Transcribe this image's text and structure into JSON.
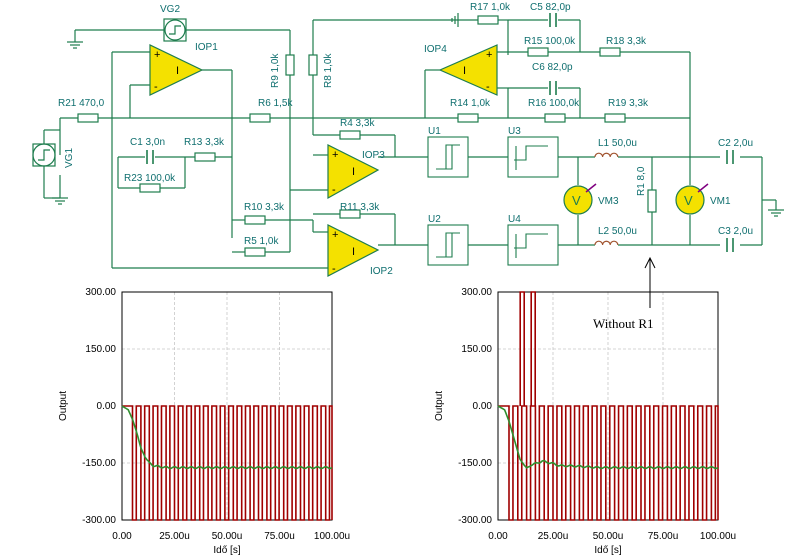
{
  "colors": {
    "wire": "#1e7d4e",
    "label": "#0f6f6f",
    "opamp": "#f4e100",
    "trace_red": "#a00000",
    "trace_green": "#2f8f2f",
    "grid": "#c8c8c8"
  },
  "components": {
    "vg2": "VG2",
    "iop1": "IOP1",
    "r9": "R9 1,0k",
    "r8": "R8 1,0k",
    "r17": "R17 1,0k",
    "c5": "C5 82,0p",
    "iop4": "IOP4",
    "r15": "R15 100,0k",
    "r18": "R18 3,3k",
    "c6": "C6 82,0p",
    "r21": "R21 470,0",
    "r6": "R6 1,5k",
    "r14": "R14 1,0k",
    "r16": "R16 100,0k",
    "r19": "R19 3,3k",
    "vg1": "VG1",
    "c1": "C1 3,0n",
    "r13": "R13 3,3k",
    "r4": "R4 3,3k",
    "u1": "U1",
    "u3": "U3",
    "l1": "L1 50,0u",
    "c2": "C2 2,0u",
    "r23": "R23 100,0k",
    "iop3": "IOP3",
    "r1": "R1 8,0",
    "vm3": "VM3",
    "vm1": "VM1",
    "r10": "R10 3,3k",
    "r11": "R11 3,3k",
    "r5": "R5 1,0k",
    "u2": "U2",
    "u4": "U4",
    "l2": "L2 50,0u",
    "c3": "C3 2,0u",
    "iop2": "IOP2"
  },
  "annotation": "Without R1",
  "chart_data": [
    {
      "type": "line",
      "ylabel": "Output",
      "xlabel": "Idő [s]",
      "xlim": [
        0,
        100
      ],
      "ylim": [
        -300,
        300
      ],
      "x_ticks": [
        "0.00",
        "25.00u",
        "50.00u",
        "75.00u",
        "100.00u"
      ],
      "y_ticks": [
        "300.00",
        "150.00",
        "0.00",
        "-150.00",
        "-300.00"
      ],
      "grid": true,
      "series": [
        {
          "color": "#a00000",
          "pulse": {
            "period": 4.0,
            "duty": 0.55,
            "high": 0,
            "low": -300,
            "start": 5,
            "end": 100
          }
        },
        {
          "color": "#2f8f2f",
          "x": [
            0,
            3,
            5,
            7,
            9,
            11,
            13,
            15,
            18,
            22,
            30,
            40,
            50,
            60,
            70,
            80,
            90,
            100
          ],
          "y": [
            0,
            -10,
            -35,
            -70,
            -110,
            -135,
            -150,
            -157,
            -160,
            -162,
            -162,
            -162,
            -162,
            -162,
            -162,
            -162,
            -162,
            -162
          ]
        }
      ]
    },
    {
      "type": "line",
      "ylabel": "Output",
      "xlabel": "Idő [s]",
      "xlim": [
        0,
        100
      ],
      "ylim": [
        -300,
        300
      ],
      "x_ticks": [
        "0.00",
        "25.00u",
        "50.00u",
        "75.00u",
        "100.00u"
      ],
      "y_ticks": [
        "300.00",
        "150.00",
        "0.00",
        "-150.00",
        "-300.00"
      ],
      "grid": true,
      "series": [
        {
          "color": "#a00000",
          "pulse": {
            "period": 4.0,
            "duty": 0.55,
            "high": 0,
            "low": -300,
            "start": 5,
            "end": 100
          },
          "spikes": [
            {
              "x": 11,
              "y": 300
            },
            {
              "x": 16,
              "y": 300
            }
          ]
        },
        {
          "color": "#2f8f2f",
          "x": [
            0,
            3,
            5,
            8,
            10,
            13,
            15,
            18,
            20,
            24,
            28,
            35,
            45,
            60,
            80,
            100
          ],
          "y": [
            0,
            -10,
            -40,
            -100,
            -140,
            -165,
            -155,
            -150,
            -145,
            -150,
            -157,
            -158,
            -162,
            -162,
            -162,
            -162
          ],
          "wobble": true
        }
      ]
    }
  ]
}
